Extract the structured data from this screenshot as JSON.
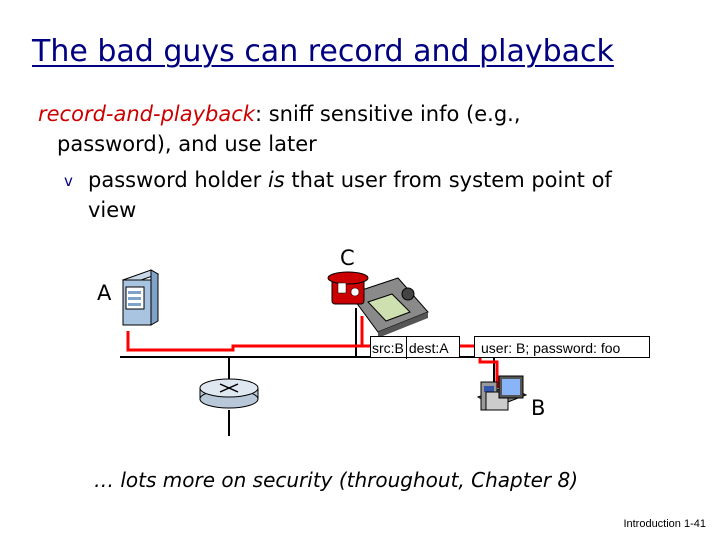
{
  "slide": {
    "title": "The bad guys can record and playback",
    "bullet1": {
      "term": "record-and-playback",
      "rest": ": sniff sensitive info (e.g.,",
      "cont": "password), and use later"
    },
    "bullet2": {
      "marker": "v",
      "pre": "password holder ",
      "em": "is",
      "post": " that user from system point of",
      "cont": "view"
    },
    "nodes": {
      "a": "A",
      "b": "B",
      "c": "C"
    },
    "packet": {
      "src": "src:B",
      "dest": "dest:A",
      "payload": "user: B; password: foo"
    },
    "footer": "… lots more on security (throughout, Chapter 8)",
    "page_number": "Introduction 1-41"
  },
  "colors": {
    "title": "#000080",
    "term": "#cc0000",
    "link": "#dd0000",
    "sniff_path": "#ff0000"
  }
}
